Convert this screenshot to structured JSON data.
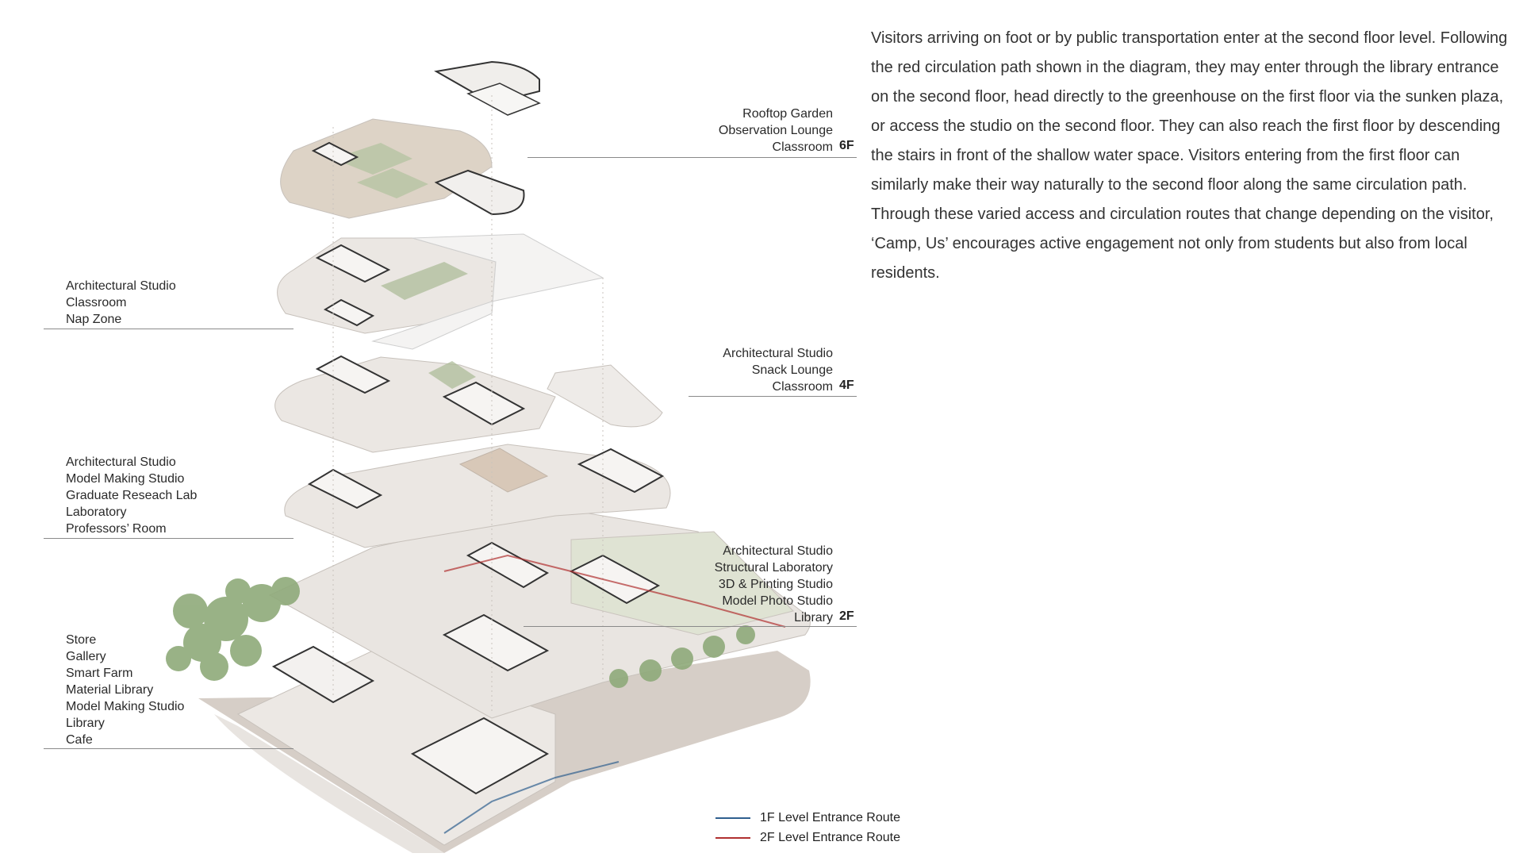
{
  "labels": {
    "f6": {
      "lines": [
        "Rooftop Garden",
        "Observation Lounge",
        "Classroom"
      ],
      "floor": "6F"
    },
    "f5": {
      "lines": [
        "Architectural Studio",
        "Classroom",
        "Nap Zone"
      ]
    },
    "f4": {
      "lines": [
        "Architectural Studio",
        "Snack Lounge",
        "Classroom"
      ],
      "floor": "4F"
    },
    "f3": {
      "lines": [
        "Architectural Studio",
        "Model Making Studio",
        "Graduate Reseach Lab",
        "Laboratory",
        "Professors’ Room"
      ]
    },
    "f2": {
      "lines": [
        "Architectural Studio",
        "Structural Laboratory",
        "3D & Printing Studio",
        "Model Photo Studio",
        "Library"
      ],
      "floor": "2F"
    },
    "f1": {
      "lines": [
        "Store",
        "Gallery",
        "Smart Farm",
        "Material Library",
        "Model Making Studio",
        "Library",
        "Cafe"
      ]
    }
  },
  "description": " Visitors arriving on foot or by public transportation enter at the second floor level. Following the red circulation path shown in the diagram, they may enter through the library entrance on the second floor, head directly to the greenhouse on the first floor via the sunken plaza, or access the studio on the second floor. They can also reach the first floor by descending the stairs in front of the shallow water space. Visitors entering from the first floor can similarly make their way naturally to the second floor along the same circulation path. Through these varied access and circulation routes that change depending on the visitor, ‘Camp, Us’ encourages active engagement not only from students but also from local residents.",
  "legend": [
    {
      "label": "1F Level Entrance Route",
      "color": "#2f5f8f"
    },
    {
      "label": "2F Level Entrance Route",
      "color": "#b03030"
    }
  ],
  "colors": {
    "slab": "#ebe7e3",
    "slab_edge": "#c9c3bd",
    "ground": "#d4ccc5",
    "greenery": "#9fb28a",
    "tree": "#8faa7a",
    "wall": "#222222",
    "grid": "#d8d8d8"
  }
}
